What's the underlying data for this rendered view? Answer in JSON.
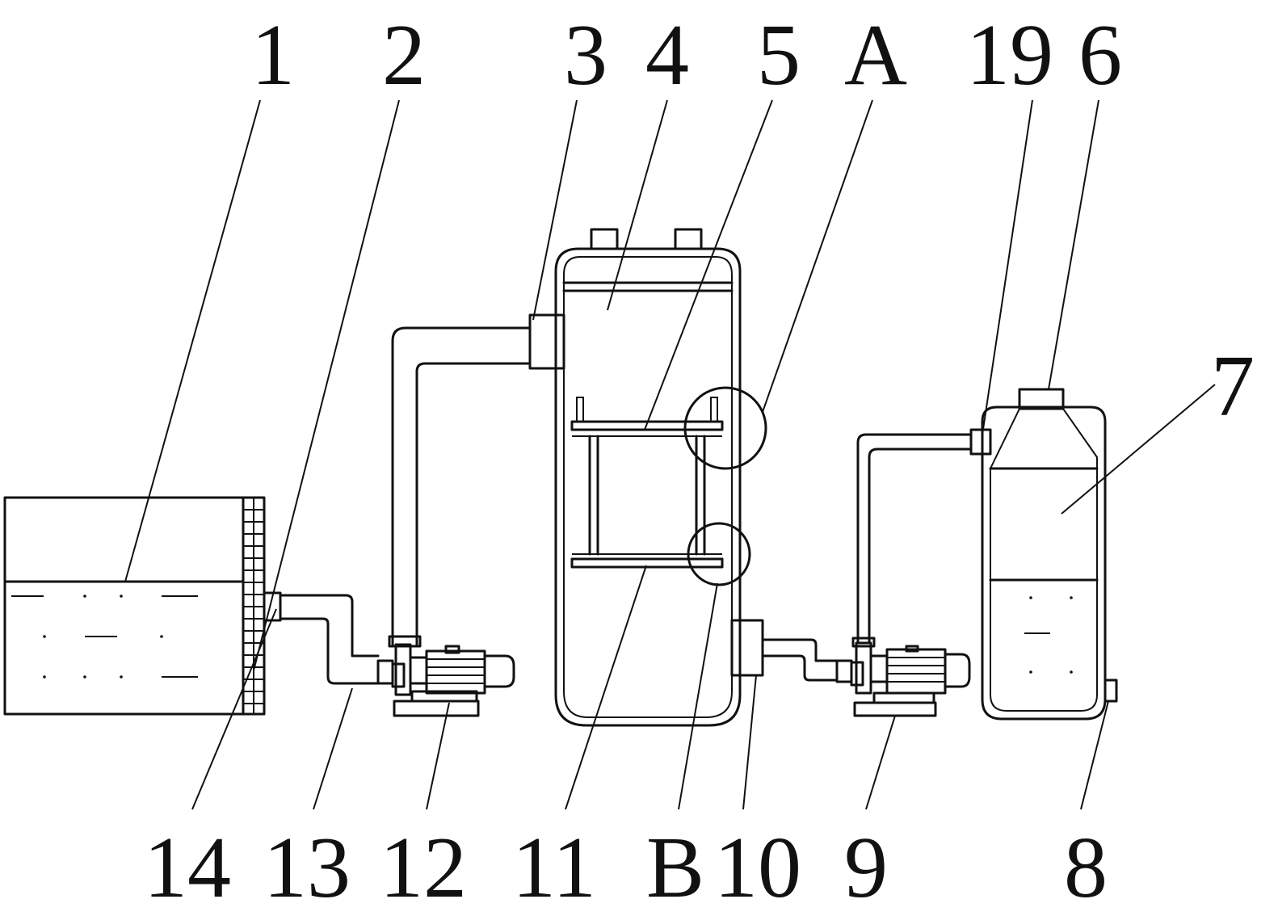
{
  "labels_top": [
    "1",
    "2",
    "3",
    "4",
    "5",
    "A",
    "19",
    "6",
    "7"
  ],
  "labels_bottom": [
    "14",
    "13",
    "12",
    "11",
    "B",
    "10",
    "9",
    "8"
  ]
}
